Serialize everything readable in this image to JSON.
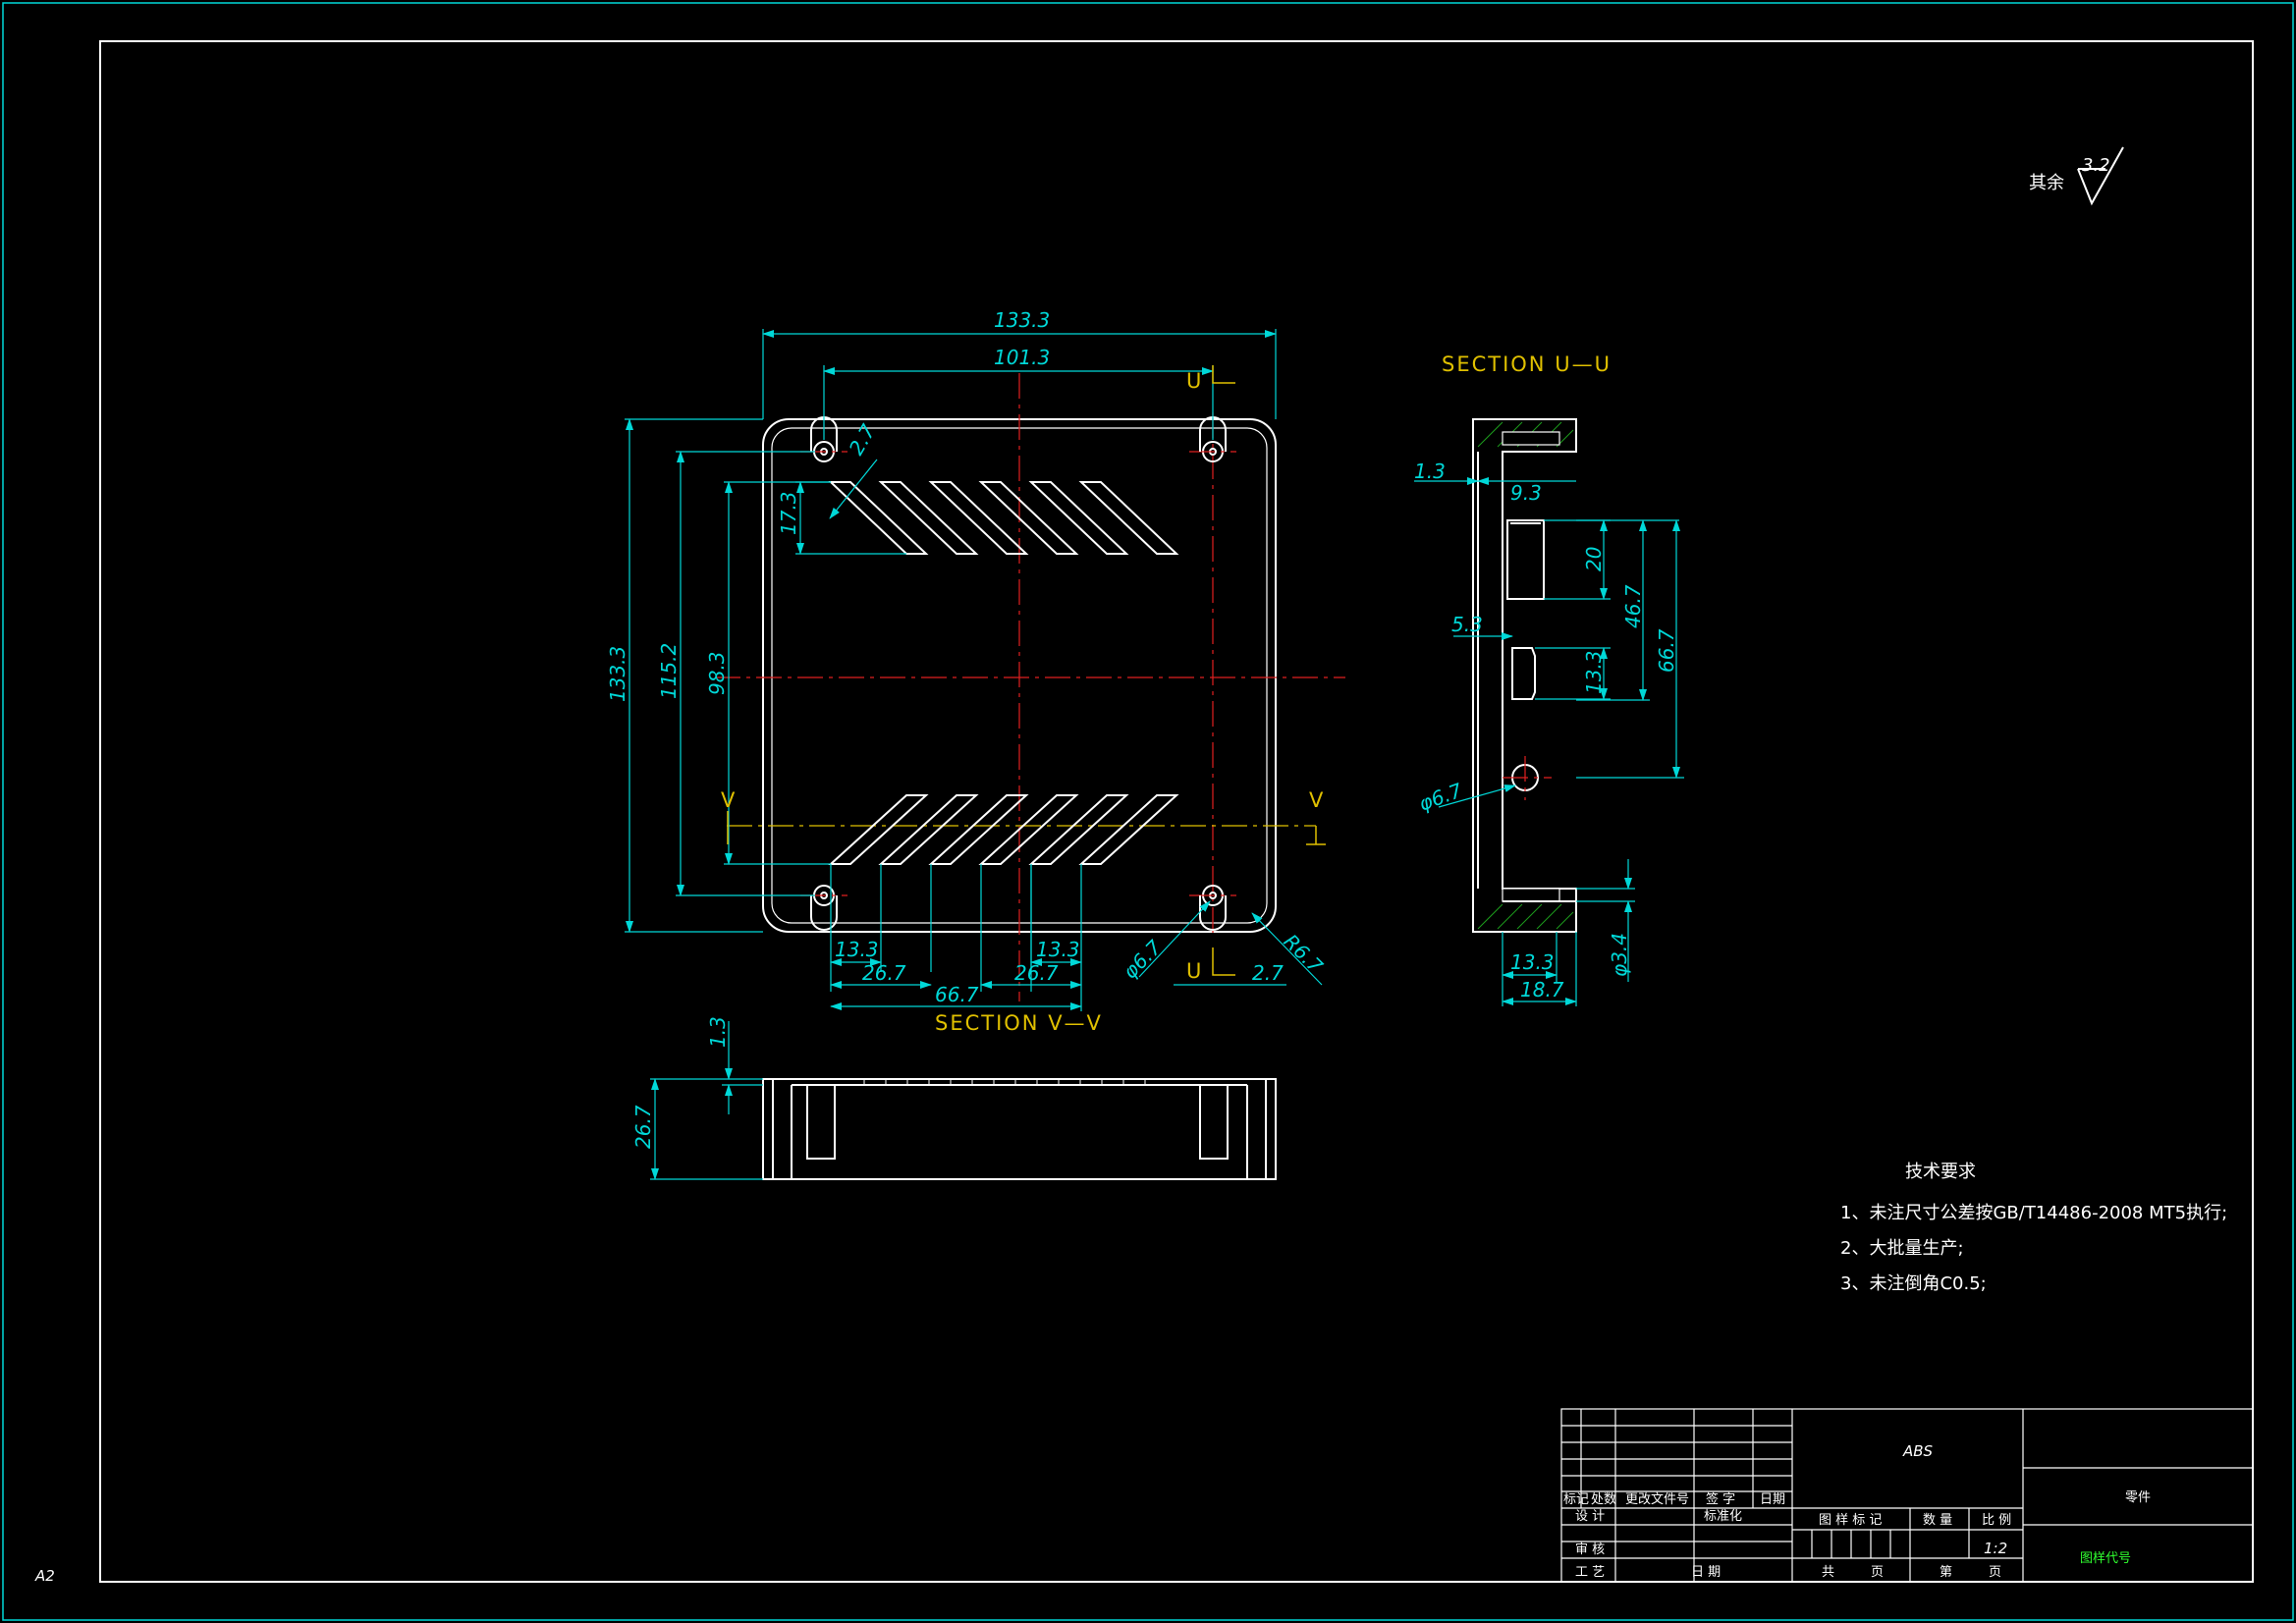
{
  "surface_finish": {
    "prefix": "其余",
    "value": "3.2"
  },
  "sheet_size": "A2",
  "sections": {
    "uu": "SECTION U—U",
    "vv": "SECTION V—V"
  },
  "cut_labels": {
    "u": "U",
    "v": "V"
  },
  "front_dims": {
    "width_overall": "133.3",
    "hole_spacing": "101.3",
    "height_overall": "133.3",
    "height_115": "115.2",
    "height_98": "98.3",
    "slot_depth": "17.3",
    "slot_width": "2.7",
    "bottom_13": "13.3",
    "bottom_26a": "26.7",
    "bottom_66": "66.7",
    "bottom_26b": "26.7",
    "bottom_13b": "13.3",
    "hole_dia": "φ6.7",
    "corner_r": "R6.7",
    "edge_offset": "2.7"
  },
  "side_dims": {
    "wall": "1.3",
    "boss_9": "9.3",
    "rect_20": "20",
    "pos_46": "46.7",
    "pos_66": "66.7",
    "port_5": "5.3",
    "port_13": "13.3",
    "hole_dia": "φ6.7",
    "hole_3": "φ3.4",
    "width_13": "13.3",
    "width_18": "18.7"
  },
  "bottom_dims": {
    "thickness": "1.3",
    "height": "26.7"
  },
  "tech_notes": {
    "title": "技术要求",
    "items": [
      "1、未注尺寸公差按GB/T14486-2008 MT5执行;",
      "2、大批量生产;",
      "3、未注倒角C0.5;"
    ]
  },
  "title_block": {
    "material": "ABS",
    "part_name": "零件",
    "drawing_no_label": "图样代号",
    "scale": "1:2",
    "headers": {
      "mark": "标记",
      "count": "处数",
      "change_doc": "更改文件号",
      "sign": "签 字",
      "date": "日期",
      "design": "设 计",
      "standard": "标准化",
      "review": "审 核",
      "process": "工 艺",
      "date2": "日 期",
      "figure_mark": "图 样 标 记",
      "qty": "数 量",
      "ratio": "比 例",
      "total": "共",
      "page": "页",
      "sheet": "第",
      "page2": "页"
    }
  },
  "colors": {
    "dimension": "#00d8d8",
    "centerline": "#e02020",
    "section": "#e0c000",
    "hatch": "#1c9c1c",
    "outline": "#ffffff"
  }
}
